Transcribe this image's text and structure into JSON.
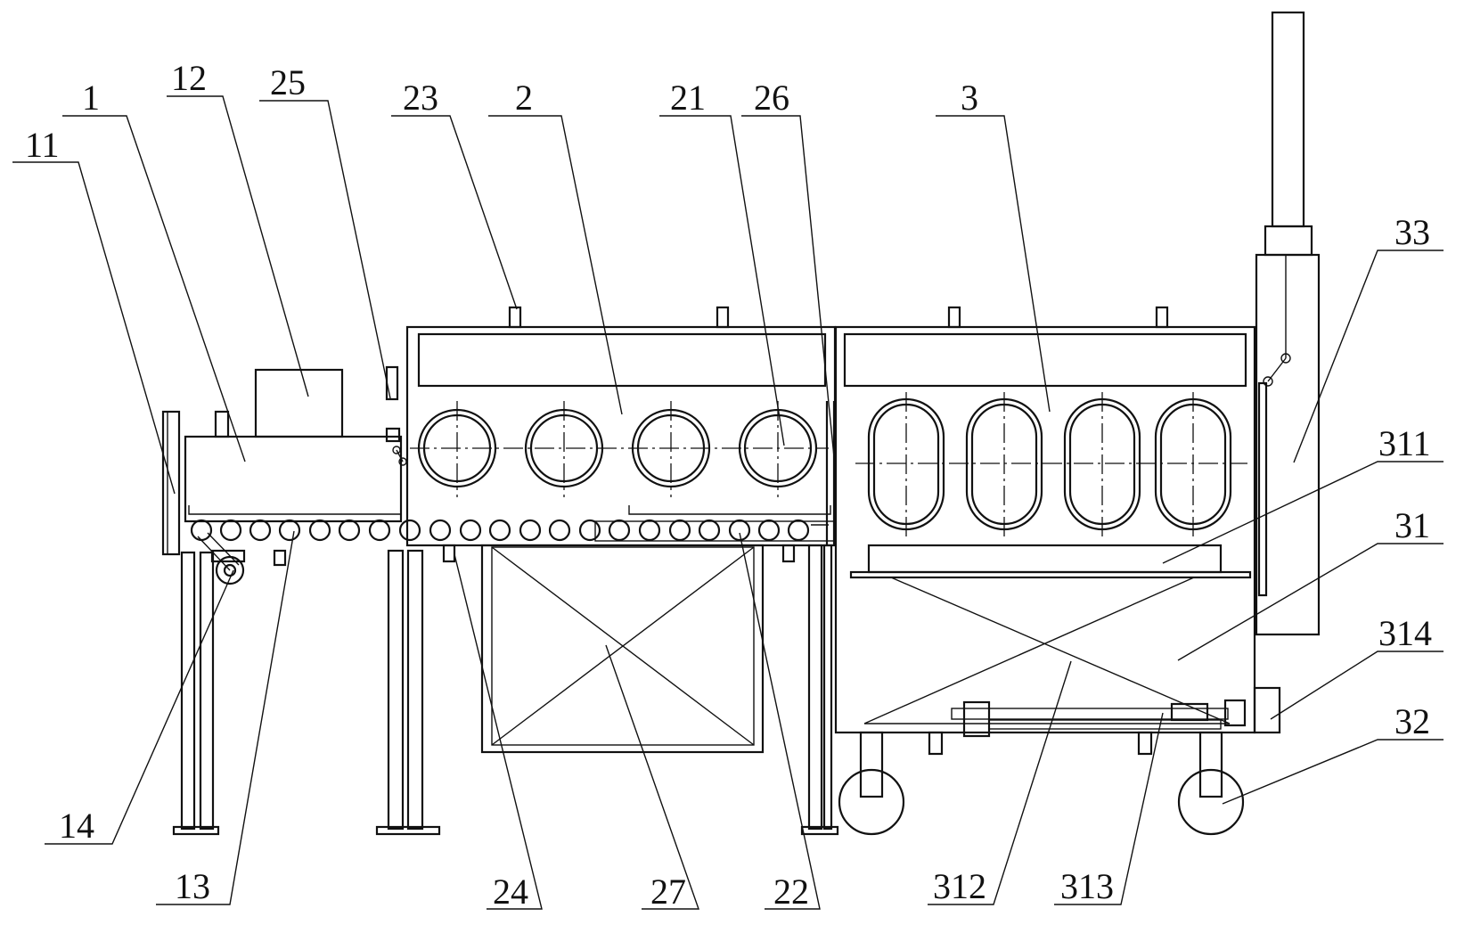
{
  "figure": {
    "labels": [
      {
        "id": "11",
        "text": "11"
      },
      {
        "id": "1",
        "text": "1"
      },
      {
        "id": "12",
        "text": "12"
      },
      {
        "id": "25",
        "text": "25"
      },
      {
        "id": "23",
        "text": "23"
      },
      {
        "id": "2",
        "text": "2"
      },
      {
        "id": "21",
        "text": "21"
      },
      {
        "id": "26",
        "text": "26"
      },
      {
        "id": "3",
        "text": "3"
      },
      {
        "id": "33",
        "text": "33"
      },
      {
        "id": "311",
        "text": "311"
      },
      {
        "id": "31",
        "text": "31"
      },
      {
        "id": "314",
        "text": "314"
      },
      {
        "id": "32",
        "text": "32"
      },
      {
        "id": "14",
        "text": "14"
      },
      {
        "id": "13",
        "text": "13"
      },
      {
        "id": "24",
        "text": "24"
      },
      {
        "id": "27",
        "text": "27"
      },
      {
        "id": "22",
        "text": "22"
      },
      {
        "id": "312",
        "text": "312"
      },
      {
        "id": "313",
        "text": "313"
      }
    ]
  }
}
